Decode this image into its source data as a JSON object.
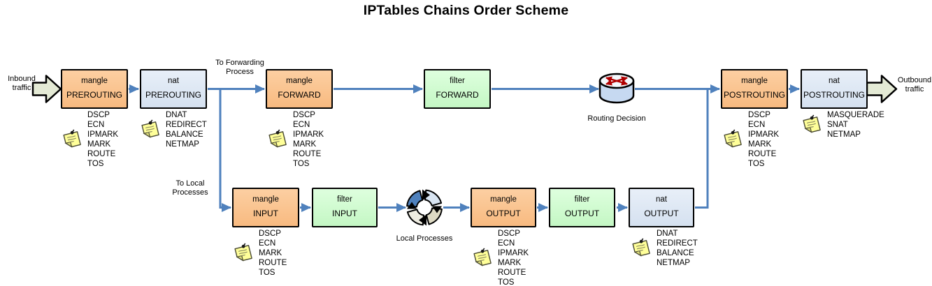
{
  "title": "IPTables Chains Order Scheme",
  "flow_labels": {
    "inbound": [
      "Inbound",
      "traffic"
    ],
    "outbound": [
      "Outbound",
      "traffic"
    ],
    "to_forwarding": [
      "To Forwarding",
      "Process"
    ],
    "to_local": [
      "To Local",
      "Processes"
    ],
    "routing_decision": "Routing Decision",
    "local_processes": "Local Processes"
  },
  "chains": {
    "mangle_prerouting": {
      "table": "mangle",
      "chain": "PREROUTING",
      "targets": [
        "DSCP",
        "ECN",
        "IPMARK",
        "MARK",
        "ROUTE",
        "TOS"
      ]
    },
    "nat_prerouting": {
      "table": "nat",
      "chain": "PREROUTING",
      "targets": [
        "DNAT",
        "REDIRECT",
        "BALANCE",
        "NETMAP"
      ]
    },
    "mangle_forward": {
      "table": "mangle",
      "chain": "FORWARD",
      "targets": [
        "DSCP",
        "ECN",
        "IPMARK",
        "MARK",
        "ROUTE",
        "TOS"
      ]
    },
    "filter_forward": {
      "table": "filter",
      "chain": "FORWARD"
    },
    "mangle_postrouting": {
      "table": "mangle",
      "chain": "POSTROUTING",
      "targets": [
        "DSCP",
        "ECN",
        "IPMARK",
        "MARK",
        "ROUTE",
        "TOS"
      ]
    },
    "nat_postrouting": {
      "table": "nat",
      "chain": "POSTROUTING",
      "targets": [
        "MASQUERADE",
        "SNAT",
        "NETMAP"
      ]
    },
    "mangle_input": {
      "table": "mangle",
      "chain": "INPUT",
      "targets": [
        "DSCP",
        "ECN",
        "MARK",
        "ROUTE",
        "TOS"
      ]
    },
    "filter_input": {
      "table": "filter",
      "chain": "INPUT"
    },
    "mangle_output": {
      "table": "mangle",
      "chain": "OUTPUT",
      "targets": [
        "DSCP",
        "ECN",
        "IPMARK",
        "MARK",
        "ROUTE",
        "TOS"
      ]
    },
    "filter_output": {
      "table": "filter",
      "chain": "OUTPUT"
    },
    "nat_output": {
      "table": "nat",
      "chain": "OUTPUT",
      "targets": [
        "DNAT",
        "REDIRECT",
        "BALANCE",
        "NETMAP"
      ]
    }
  },
  "colors": {
    "mangle_box": "#FAC090",
    "nat_box": "#DCE6F2",
    "filter_box": "#CCFFCC",
    "connector": "#4F81BD",
    "flow_arrow_fill": "#E4EAD5",
    "note_fill": "#FFFF99",
    "router_arrow": "#B00000"
  }
}
